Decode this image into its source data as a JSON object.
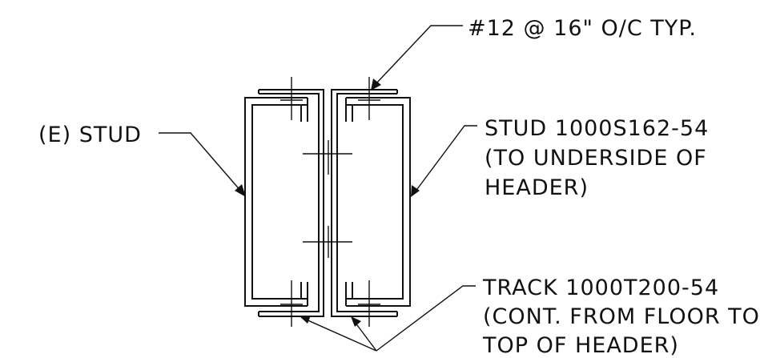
{
  "detail": {
    "screw_note": "#12 @ 16\" O/C TYP.",
    "existing_stud": "(E) STUD",
    "new_stud": {
      "line1": "STUD 1000S162-54",
      "line2": "(TO UNDERSIDE OF",
      "line3": "HEADER)"
    },
    "track": {
      "line1": "TRACK 1000T200-54",
      "line2": "(CONT. FROM FLOOR TO",
      "line3": "TOP OF HEADER)"
    }
  }
}
